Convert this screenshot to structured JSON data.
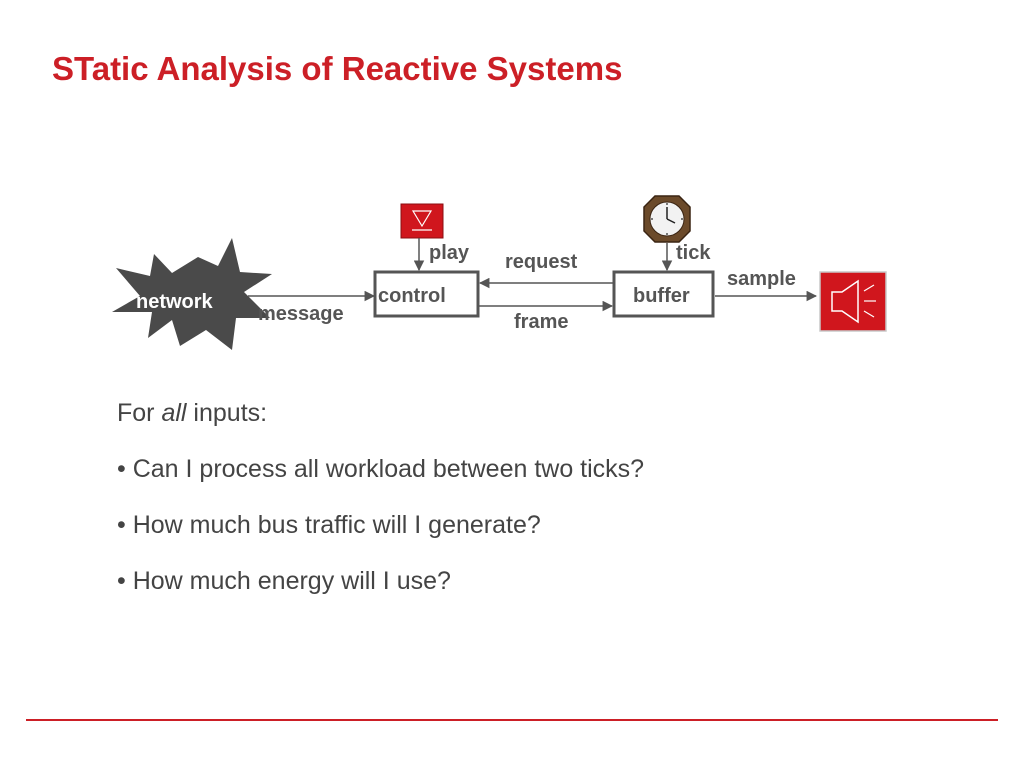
{
  "slide": {
    "title": "STatic Analysis of Reactive Systems",
    "accent_color": "#cc1f26"
  },
  "diagram": {
    "nodes": {
      "network": "network",
      "control": "control",
      "buffer": "buffer"
    },
    "edges": {
      "message": "message",
      "request": "request",
      "frame": "frame",
      "play": "play",
      "tick": "tick",
      "sample": "sample"
    },
    "icons": {
      "play_button": "play-button-icon",
      "clock": "clock-icon",
      "speaker": "speaker-icon",
      "network_burst": "starburst-icon"
    }
  },
  "body": {
    "intro_prefix": "For",
    "intro_emphasis": "all",
    "intro_suffix": "inputs:",
    "bullets": [
      "Can I process all workload between two ticks?",
      "How much bus traffic will I generate?",
      "How much energy will I use?"
    ],
    "bullet_glyph": "•"
  }
}
